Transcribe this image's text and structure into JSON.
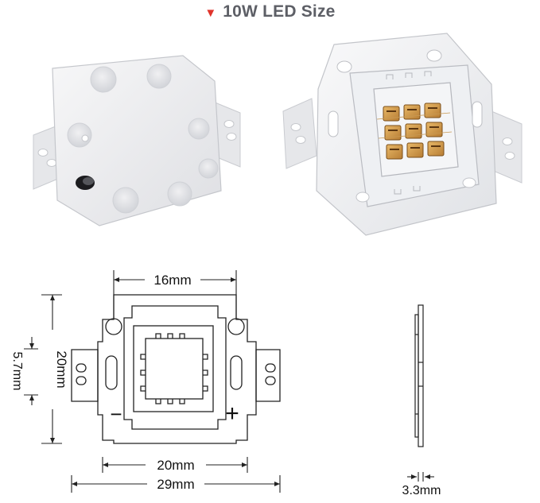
{
  "header": {
    "title": "10W LED Size",
    "icon": "triangle-down-icon",
    "icon_color": "#e0342b"
  },
  "dimensions": {
    "hole_spacing": "16mm",
    "body_height": "20mm",
    "pad_offset": "5.7mm",
    "body_width": "20mm",
    "total_width": "29mm",
    "thickness": "3.3mm"
  },
  "polarity": {
    "negative": "−",
    "positive": "+"
  }
}
